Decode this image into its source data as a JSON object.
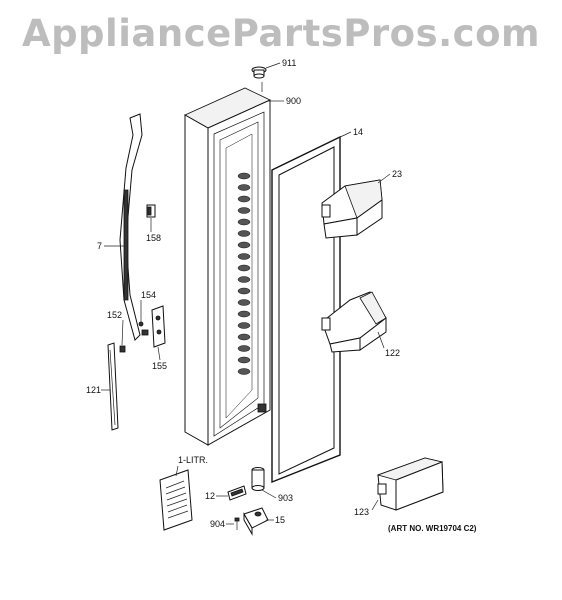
{
  "watermark": "AppliancePartsPros.com",
  "parts": {
    "p911": "911",
    "p900": "900",
    "p14": "14",
    "p23": "23",
    "p7": "7",
    "p158": "158",
    "p154": "154",
    "p152": "152",
    "p155": "155",
    "p122": "122",
    "p121": "121",
    "p1litr": "1-LITR.",
    "p12": "12",
    "p903": "903",
    "p904": "904",
    "p15": "15",
    "p123": "123"
  },
  "art_number": "(ART NO. WR19704 C2)"
}
